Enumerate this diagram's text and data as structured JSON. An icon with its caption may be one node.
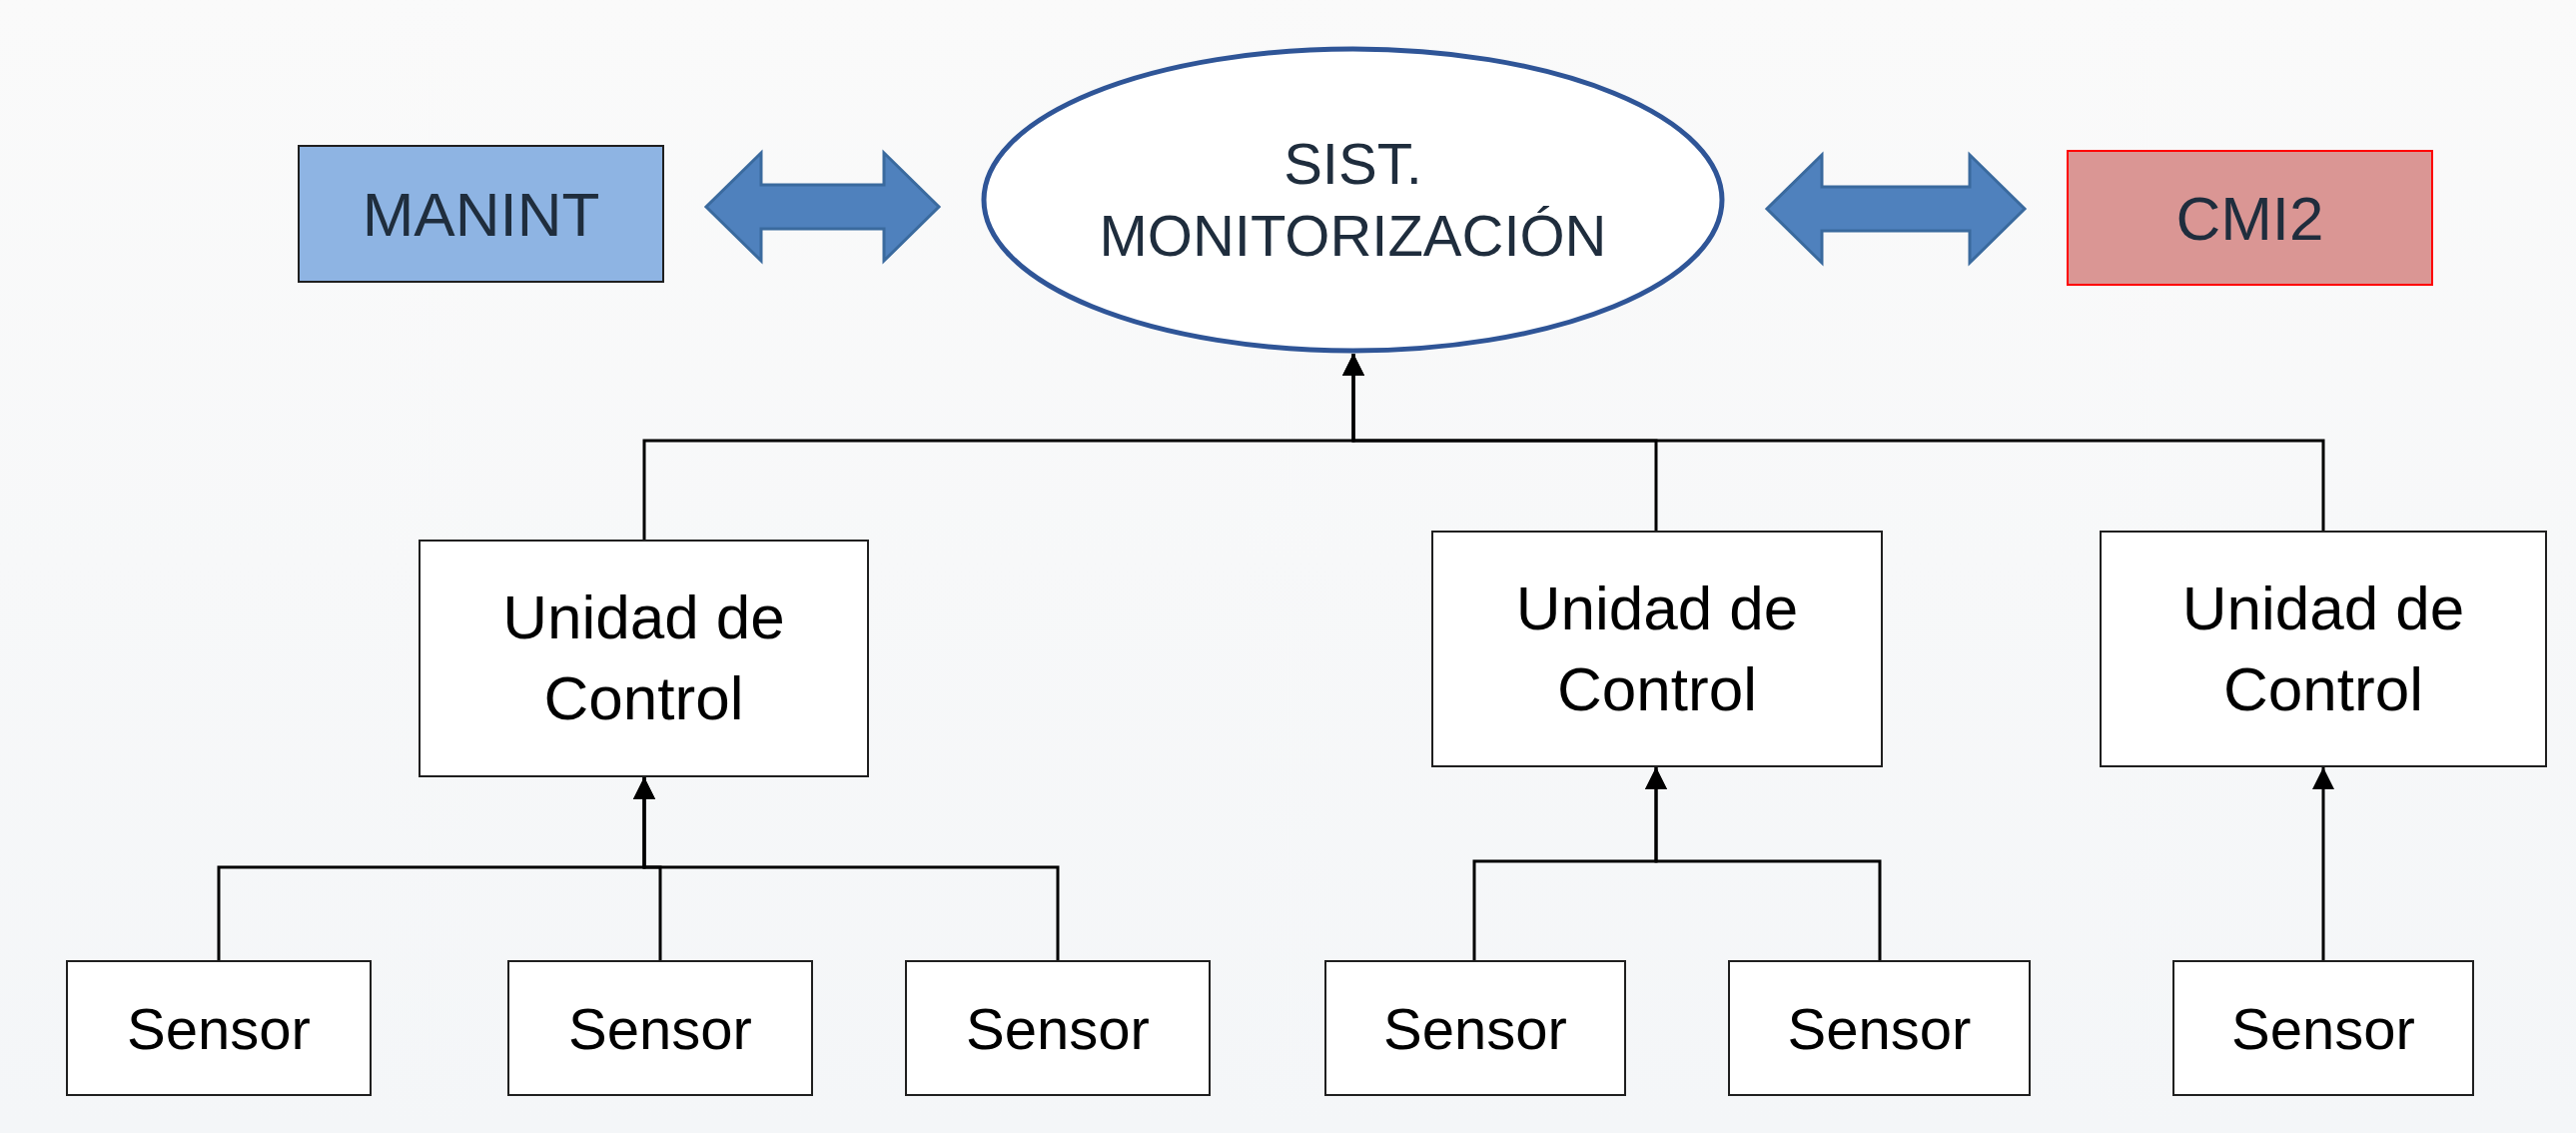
{
  "diagram": {
    "nodes": [
      {
        "text": [
          "MANINT"
        ]
      },
      {
        "text": [
          "SIST. MONITORIZACIÓN"
        ]
      },
      {
        "text": [
          "CMI2"
        ]
      },
      {
        "text": [
          "Unidad de Control"
        ]
      },
      {
        "text": [
          "Unidad de Control"
        ]
      },
      {
        "text": [
          "Unidad de Control"
        ]
      },
      {
        "text": [
          "Sensor"
        ]
      },
      {
        "text": [
          "Sensor"
        ]
      },
      {
        "text": [
          "Sensor"
        ]
      },
      {
        "text": [
          "Sensor"
        ]
      },
      {
        "text": [
          "Sensor"
        ]
      },
      {
        "text": [
          "Sensor"
        ]
      }
    ],
    "edges": [
      {
        "from": 0,
        "to": 1,
        "arrow": "both",
        "style": "thick",
        "color": "#4f81bd"
      },
      {
        "from": 1,
        "to": 2,
        "arrow": "both",
        "style": "thick",
        "color": "#4f81bd"
      },
      {
        "from": 3,
        "to": 1,
        "arrow": "to"
      },
      {
        "from": 4,
        "to": 1,
        "arrow": "to"
      },
      {
        "from": 5,
        "to": 1,
        "arrow": "to"
      },
      {
        "from": 6,
        "to": 3,
        "arrow": "to"
      },
      {
        "from": 7,
        "to": 3,
        "arrow": "to"
      },
      {
        "from": 8,
        "to": 3,
        "arrow": "to"
      },
      {
        "from": 9,
        "to": 4,
        "arrow": "to"
      },
      {
        "from": 10,
        "to": 4,
        "arrow": "to"
      },
      {
        "from": 11,
        "to": 5,
        "arrow": "to"
      }
    ]
  }
}
